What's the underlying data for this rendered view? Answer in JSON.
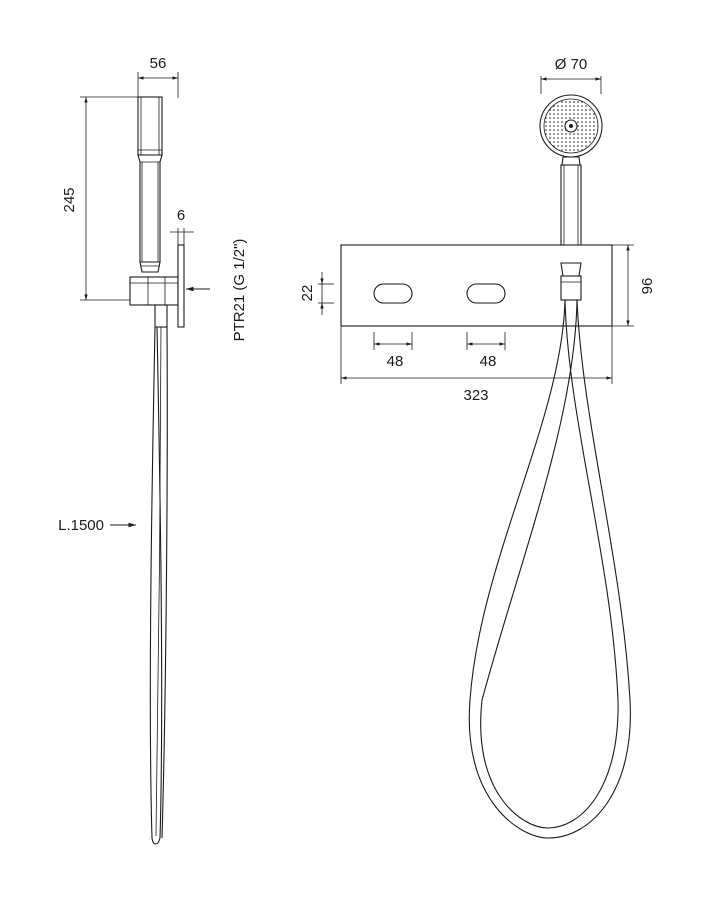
{
  "side_view": {
    "dim_width": "56",
    "dim_height": "245",
    "dim_plate": "6",
    "part_code": "PTR21 (G 1/2\")",
    "hose_length": "L.1500"
  },
  "front_view": {
    "dim_diameter": "Ø 70",
    "dim_slot_height": "22",
    "dim_slot_left": "48",
    "dim_slot_right": "48",
    "dim_plate_height": "96",
    "dim_plate_length": "323"
  },
  "colors": {
    "line": "#1a1a1a",
    "background": "#ffffff"
  }
}
